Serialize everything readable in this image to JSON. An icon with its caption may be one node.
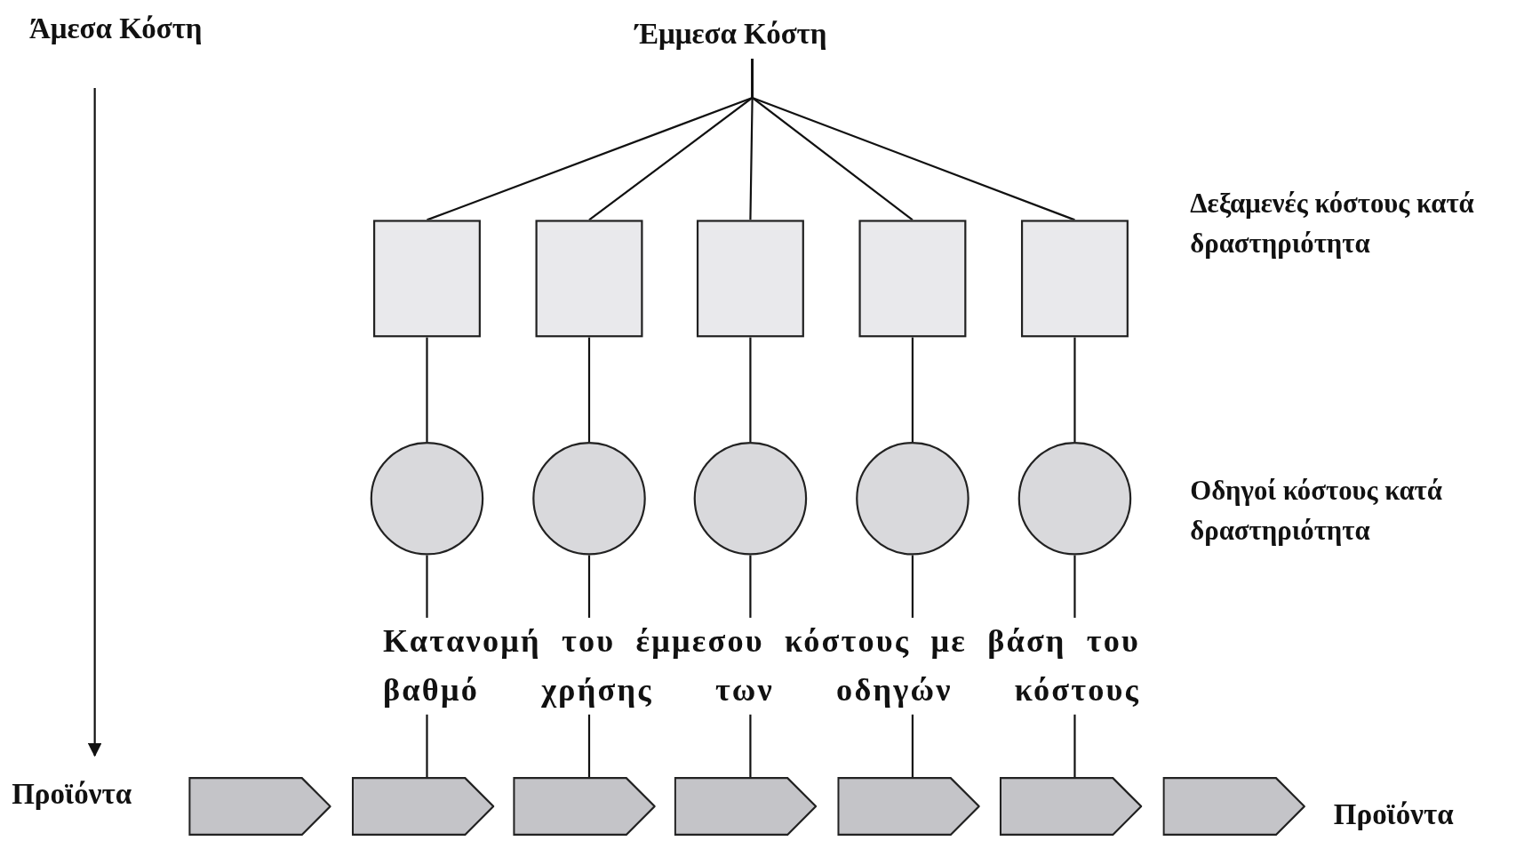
{
  "diagram": {
    "nodes": [
      {
        "text": [
          "Άμεσα Κόστη"
        ]
      },
      {
        "text": [
          "Έμμεσα Κόστη"
        ]
      },
      {
        "text": [],
        "shape": "box"
      },
      {
        "text": [],
        "shape": "box"
      },
      {
        "text": [],
        "shape": "box"
      },
      {
        "text": [],
        "shape": "box"
      },
      {
        "text": [],
        "shape": "box"
      },
      {
        "text": [],
        "shape": "circle"
      },
      {
        "text": [],
        "shape": "circle"
      },
      {
        "text": [],
        "shape": "circle"
      },
      {
        "text": [],
        "shape": "circle"
      },
      {
        "text": [],
        "shape": "circle"
      },
      {
        "text": [
          "Προϊόντα"
        ]
      },
      {
        "text": [],
        "shape": "pentagon"
      },
      {
        "text": [],
        "shape": "pentagon"
      },
      {
        "text": [],
        "shape": "pentagon"
      },
      {
        "text": [],
        "shape": "pentagon"
      },
      {
        "text": [],
        "shape": "pentagon"
      },
      {
        "text": [],
        "shape": "pentagon"
      },
      {
        "text": [],
        "shape": "pentagon"
      }
    ],
    "edges": [
      {
        "from": 0,
        "to": 12,
        "arrow": "to"
      },
      {
        "from": 1,
        "to": 2,
        "arrow": "none"
      },
      {
        "from": 1,
        "to": 3,
        "arrow": "none"
      },
      {
        "from": 1,
        "to": 4,
        "arrow": "none"
      },
      {
        "from": 1,
        "to": 5,
        "arrow": "none"
      },
      {
        "from": 1,
        "to": 6,
        "arrow": "none"
      },
      {
        "from": 2,
        "to": 7,
        "arrow": "none"
      },
      {
        "from": 3,
        "to": 8,
        "arrow": "none"
      },
      {
        "from": 4,
        "to": 9,
        "arrow": "none"
      },
      {
        "from": 5,
        "to": 10,
        "arrow": "none"
      },
      {
        "from": 6,
        "to": 11,
        "arrow": "none"
      },
      {
        "from": 7,
        "to": 14,
        "arrow": "none"
      },
      {
        "from": 8,
        "to": 15,
        "arrow": "none"
      },
      {
        "from": 9,
        "to": 16,
        "arrow": "none"
      },
      {
        "from": 10,
        "to": 17,
        "arrow": "none"
      },
      {
        "from": 11,
        "to": 18,
        "arrow": "none"
      }
    ],
    "labels": [
      "Δεξαμενές κόστους κατά δραστηριότητα",
      "Οδηγοί κόστους κατά δραστηριότητα",
      "Κατανομή του έμμεσου κόστους με βάση του βαθμό χρήσης των οδηγών κόστους",
      "Προϊόντα"
    ]
  }
}
